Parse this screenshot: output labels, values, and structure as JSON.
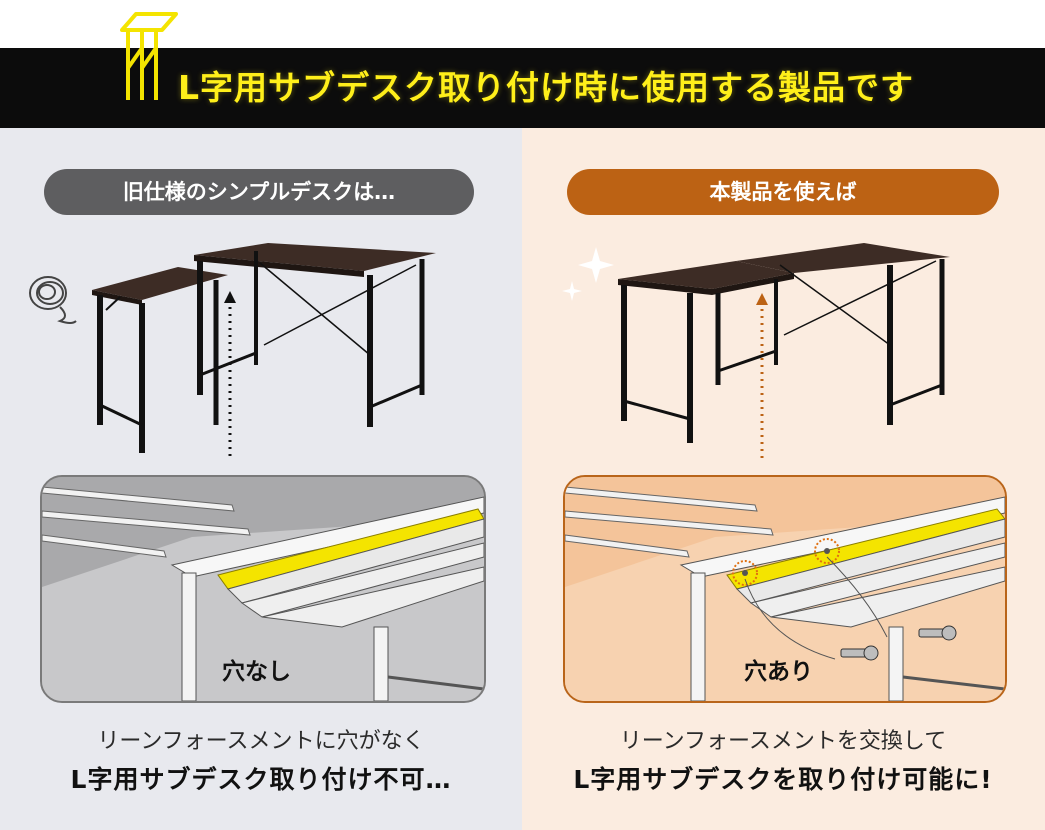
{
  "banner": {
    "title": "L字用サブデスク取り付け時に使用する製品です"
  },
  "left_panel": {
    "heading": "旧仕様のシンプルデスクは…",
    "detail_label": "穴なし",
    "caption_line1": "リーンフォースメントに穴がなく",
    "caption_line2": "L字用サブデスク取り付け不可…"
  },
  "right_panel": {
    "heading": "本製品を使えば",
    "detail_label": "穴あり",
    "caption_line1": "リーンフォースメントを交換して",
    "caption_line2": "L字用サブデスクを取り付け可能に!"
  },
  "colors": {
    "banner_bg": "#0c0c0c",
    "banner_text": "#ffef1a",
    "left_accent": "#5e5e60",
    "right_accent": "#bc6214",
    "highlight": "#f4e400"
  }
}
